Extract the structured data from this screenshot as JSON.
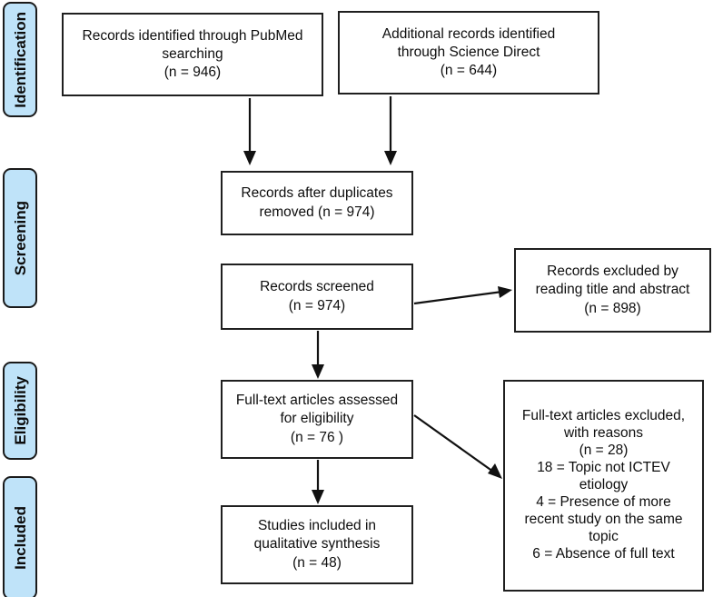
{
  "diagram": {
    "title": "PRISMA flow diagram",
    "accent_color": "#bfe3f9",
    "border_color": "#1f1f1f",
    "text_color": "#0d0d0d",
    "background_color": "#ffffff"
  },
  "stages": [
    {
      "id": "identification",
      "label": "Identification"
    },
    {
      "id": "screening",
      "label": "Screening"
    },
    {
      "id": "eligibility",
      "label": "Eligibility"
    },
    {
      "id": "included",
      "label": "Included"
    }
  ],
  "boxes": {
    "pubmed": {
      "id": "records-identified-pubmed",
      "text": "Records identified through PubMed\nsearching\n(n = 946)",
      "n": 946
    },
    "science_direct": {
      "id": "additional-records-science-direct",
      "text": "Additional records identified\nthrough Science Direct\n(n = 644)",
      "n": 644
    },
    "duplicates_removed": {
      "id": "records-after-duplicates-removed",
      "text": "Records after duplicates\nremoved (n = 974)",
      "n": 974
    },
    "records_screened": {
      "id": "records-screened",
      "text": "Records screened\n(n = 974)",
      "n": 974
    },
    "records_excluded": {
      "id": "records-excluded",
      "text": "Records excluded by\nreading title and abstract\n(n = 898)",
      "n": 898
    },
    "fulltext_assessed": {
      "id": "full-text-articles-assessed",
      "text": "Full-text articles assessed\nfor eligibility\n(n = 76 )",
      "n": 76
    },
    "fulltext_excluded": {
      "id": "full-text-articles-excluded",
      "text": "Full-text articles excluded,\nwith reasons\n(n = 28)\n18 = Topic not ICTEV\netiology\n4 = Presence of more\nrecent study on the same\ntopic\n6 = Absence of full text",
      "n": 28,
      "reasons": [
        {
          "count": 18,
          "reason": "Topic not ICTEV etiology"
        },
        {
          "count": 4,
          "reason": "Presence of more recent study on the same topic"
        },
        {
          "count": 6,
          "reason": "Absence of full text"
        }
      ]
    },
    "studies_included": {
      "id": "studies-included-qualitative-synthesis",
      "text": "Studies included in\nqualitative synthesis\n(n = 48)",
      "n": 48
    }
  },
  "connectors": [
    {
      "id": "pubmed-to-duplicates",
      "from": "pubmed",
      "to": "duplicates_removed",
      "kind": "arrow-down"
    },
    {
      "id": "science-direct-to-duplicates",
      "from": "science_direct",
      "to": "duplicates_removed",
      "kind": "arrow-down"
    },
    {
      "id": "screened-to-excluded",
      "from": "records_screened",
      "to": "records_excluded",
      "kind": "arrow-right"
    },
    {
      "id": "screened-to-fulltext",
      "from": "records_screened",
      "to": "fulltext_assessed",
      "kind": "arrow-down"
    },
    {
      "id": "fulltext-to-excluded-reasons",
      "from": "fulltext_assessed",
      "to": "fulltext_excluded",
      "kind": "arrow-diagonal"
    },
    {
      "id": "fulltext-to-studies",
      "from": "fulltext_assessed",
      "to": "studies_included",
      "kind": "arrow-down"
    }
  ]
}
